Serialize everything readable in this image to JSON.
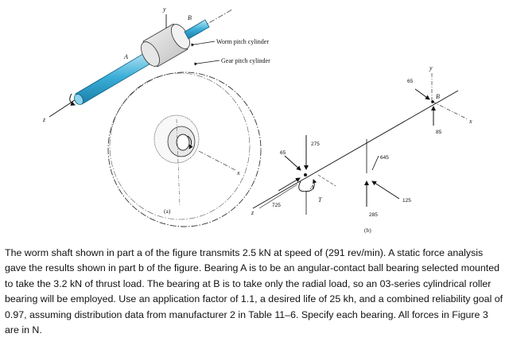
{
  "figure_a": {
    "axis_y": "y",
    "axis_x": "x",
    "axis_z": "z",
    "label_a": "A",
    "label_b": "B",
    "worm_callout": "Worm pitch cylinder",
    "gear_callout": "Gear pitch cylinder",
    "caption": "(a)"
  },
  "figure_b": {
    "axis_y": "y",
    "axis_x": "x",
    "axis_z": "z",
    "label_a": "A",
    "label_b": "B",
    "label_t": "T",
    "f65_top": "65",
    "f85": "85",
    "f275": "275",
    "f65_left": "65",
    "f725": "725",
    "f645": "645",
    "f125": "125",
    "f285": "285",
    "caption": "(b)"
  },
  "problem_text": "The worm shaft shown in part a of the figure transmits 2.5 kN at speed of (291 rev/min). A static force analysis gave the results shown in part b of the figure. Bearing A is to be an angular-contact ball bearing selected mounted to take the 3.2 kN of thrust load. The bearing at B is to take only the radial load, so an 03-series cylindrical roller bearing will be employed. Use an application factor of 1.1, a desired life of 25 kh, and a combined reliability goal of 0.97, assuming distribution data from manufacturer 2 in Table 11–6. Specify each bearing. All forces in Figure 3 are in N."
}
